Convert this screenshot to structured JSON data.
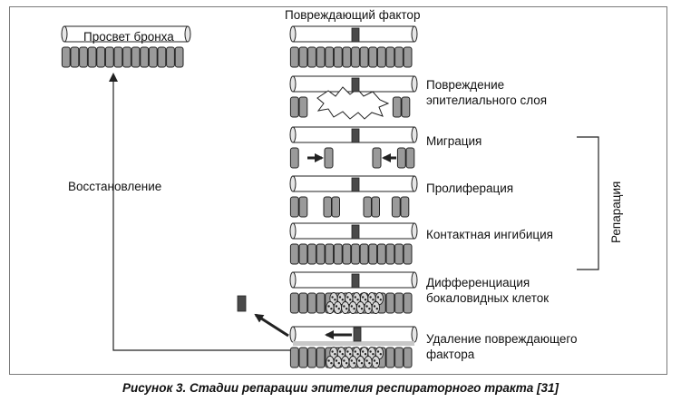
{
  "figure": {
    "caption": "Рисунок 3. Стадии репарации эпителия респираторного тракта [31]"
  },
  "labels": {
    "lumen": "Просвет бронха",
    "damaging_factor": "Повреждающий фактор",
    "restoration": "Восстановление",
    "repair": "Репарация"
  },
  "stages": [
    {
      "id": "intact",
      "lines": []
    },
    {
      "id": "damage",
      "lines": [
        "Повреждение",
        "эпителиального слоя"
      ]
    },
    {
      "id": "migration",
      "lines": [
        "Миграция"
      ]
    },
    {
      "id": "proliferation",
      "lines": [
        "Пролиферация"
      ]
    },
    {
      "id": "contact-inhibition",
      "lines": [
        "Контактная ингибиция"
      ]
    },
    {
      "id": "differentiation",
      "lines": [
        "Дифференциация",
        "бокаловидных клеток"
      ]
    },
    {
      "id": "removal",
      "lines": [
        "Удаление повреждающего",
        "фактора"
      ]
    }
  ],
  "colors": {
    "cell_fill": "#9a9a9a",
    "tube_fill": "#ffffff",
    "factor_fill": "#4a4a4a",
    "line": "#222222"
  }
}
